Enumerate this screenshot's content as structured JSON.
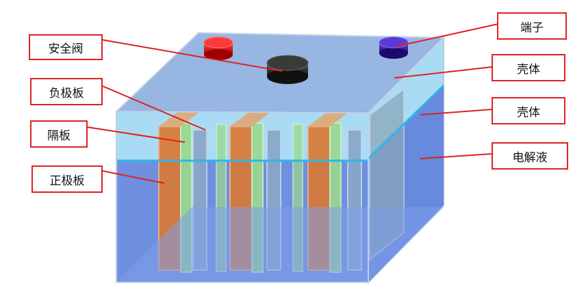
{
  "labels": {
    "safety_valve": "安全阀",
    "negative_plate": "负极板",
    "separator": "隔板",
    "positive_plate": "正极板",
    "terminal": "端子",
    "case_lid": "壳体",
    "case_side": "壳体",
    "electrolyte": "电解液"
  },
  "colors": {
    "label_border": "#e02020",
    "leader_line": "#e02020",
    "case_top": "#7fa7de",
    "electrolyte_surface": "#2fb6e8",
    "electrolyte": "#5f7fdc",
    "air_gap": "#a9dcf4",
    "positive_plate": "#d97a36",
    "separator": "#7fd07a",
    "negative_plate": "#8aa6b8",
    "terminal_positive": "#d51a1a",
    "terminal_negative": "#3a1aa8",
    "safety_valve": "#2a2a2a"
  }
}
